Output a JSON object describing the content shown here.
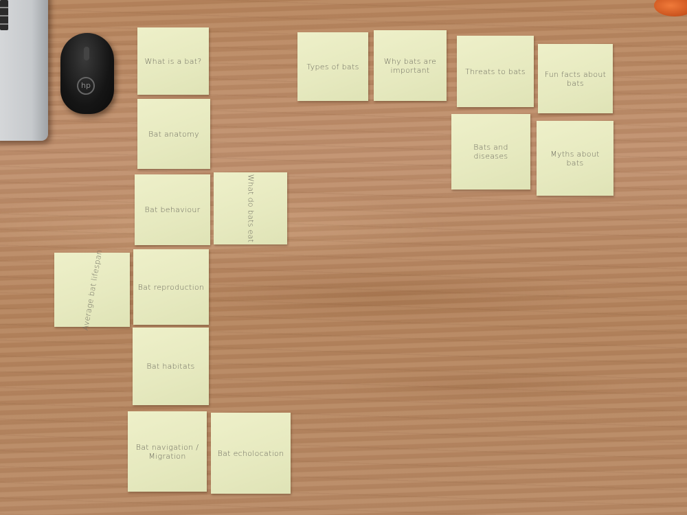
{
  "objects": {
    "mouse_logo": "hp"
  },
  "notes": [
    {
      "id": "what-is-a-bat",
      "text": "What is a bat?"
    },
    {
      "id": "bat-anatomy",
      "text": "Bat anatomy"
    },
    {
      "id": "bat-behaviour",
      "text": "Bat behaviour"
    },
    {
      "id": "what-do-bats-eat",
      "text": "What do bats eat"
    },
    {
      "id": "average-bat-lifespan",
      "text": "Average bat lifespan"
    },
    {
      "id": "bat-reproduction",
      "text": "Bat reproduction"
    },
    {
      "id": "bat-habitats",
      "text": "Bat habitats"
    },
    {
      "id": "bat-navigation-migration",
      "text": "Bat navigation / Migration"
    },
    {
      "id": "bat-echolocation",
      "text": "Bat echolocation"
    },
    {
      "id": "types-of-bats",
      "text": "Types of bats"
    },
    {
      "id": "why-bats-are-important",
      "text": "Why bats are important"
    },
    {
      "id": "threats-to-bats",
      "text": "Threats to bats"
    },
    {
      "id": "fun-facts-about-bats",
      "text": "Fun facts about bats"
    },
    {
      "id": "bats-and-diseases",
      "text": "Bats and diseases"
    },
    {
      "id": "myths-about-bats",
      "text": "Myths about bats"
    }
  ]
}
